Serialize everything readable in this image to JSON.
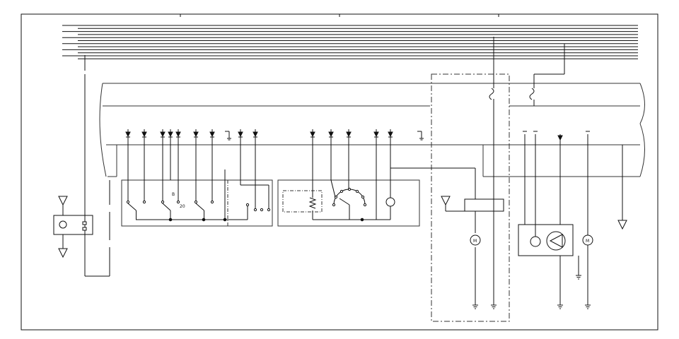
{
  "diagram": {
    "labels": {
      "knob_a": "B",
      "knob_b": "20"
    },
    "motor_symbol": "M",
    "stroke_color": "#111111",
    "background_color": "#ffffff"
  }
}
